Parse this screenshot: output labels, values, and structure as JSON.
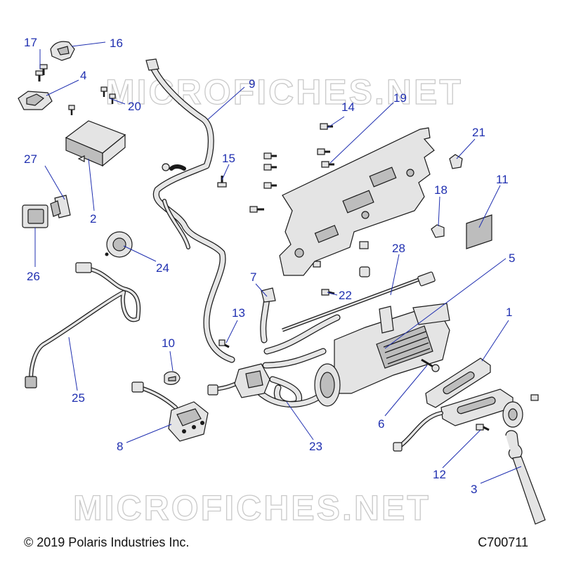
{
  "watermark": {
    "text": "MICROFICHES.NET"
  },
  "footer": {
    "copyright": "© 2019 Polaris Industries Inc.",
    "diagram_code": "C700711"
  },
  "callouts": [
    {
      "id": "c17",
      "label": "17"
    },
    {
      "id": "c16",
      "label": "16"
    },
    {
      "id": "c4",
      "label": "4"
    },
    {
      "id": "c20",
      "label": "20"
    },
    {
      "id": "c9",
      "label": "9"
    },
    {
      "id": "c19",
      "label": "19"
    },
    {
      "id": "c14",
      "label": "14"
    },
    {
      "id": "c21",
      "label": "21"
    },
    {
      "id": "c15",
      "label": "15"
    },
    {
      "id": "c27",
      "label": "27"
    },
    {
      "id": "c2",
      "label": "2"
    },
    {
      "id": "c11",
      "label": "11"
    },
    {
      "id": "c18",
      "label": "18"
    },
    {
      "id": "c26",
      "label": "26"
    },
    {
      "id": "c24",
      "label": "24"
    },
    {
      "id": "c28",
      "label": "28"
    },
    {
      "id": "c5",
      "label": "5"
    },
    {
      "id": "c7",
      "label": "7"
    },
    {
      "id": "c22",
      "label": "22"
    },
    {
      "id": "c13",
      "label": "13"
    },
    {
      "id": "c1",
      "label": "1"
    },
    {
      "id": "c10",
      "label": "10"
    },
    {
      "id": "c25",
      "label": "25"
    },
    {
      "id": "c6",
      "label": "6"
    },
    {
      "id": "c8",
      "label": "8"
    },
    {
      "id": "c23",
      "label": "23"
    },
    {
      "id": "c12",
      "label": "12"
    },
    {
      "id": "c3",
      "label": "3"
    }
  ]
}
